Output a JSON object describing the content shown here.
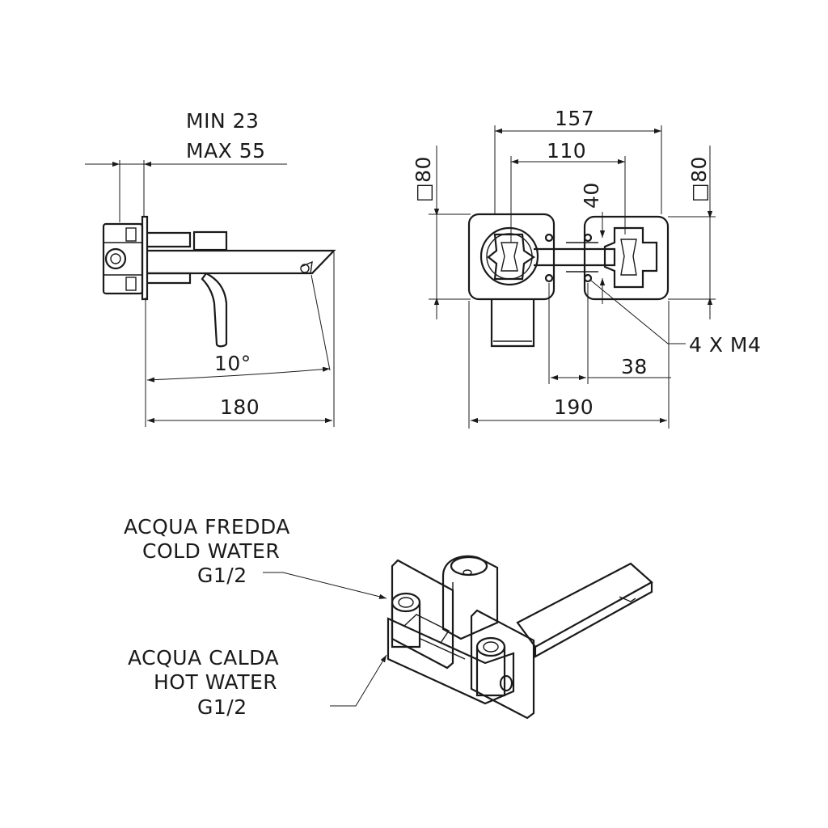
{
  "side_view": {
    "min_label": "MIN 23",
    "max_label": "MAX  55",
    "angle_label": "10°",
    "length_label": "180"
  },
  "front_view": {
    "width_157": "157",
    "width_110": "110",
    "square_left": "□80",
    "square_right": "□80",
    "height_40": "40",
    "screws_label": "4 X M4",
    "offset_38": "38",
    "width_190": "190"
  },
  "iso_view": {
    "cold_line1": "ACQUA FREDDA",
    "cold_line2": "COLD WATER",
    "cold_line3": "G1/2",
    "hot_line1": "ACQUA CALDA",
    "hot_line2": "HOT WATER",
    "hot_line3": "G1/2"
  }
}
